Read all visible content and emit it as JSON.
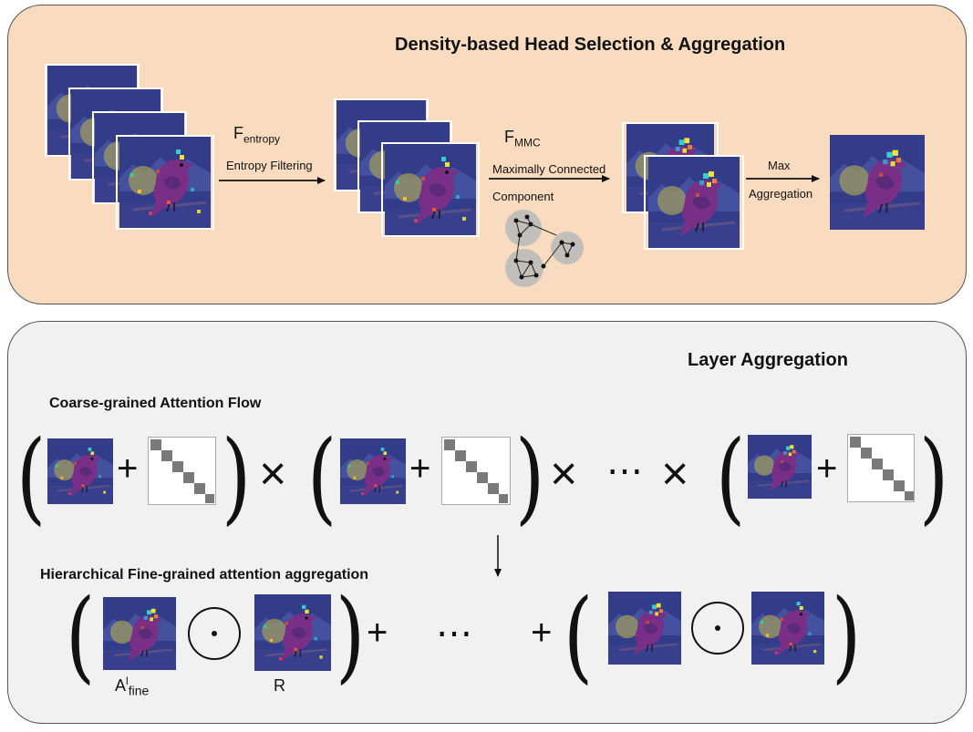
{
  "top": {
    "title": "Density-based Head Selection & Aggregation",
    "f_entropy_main": "F",
    "f_entropy_sub": "entropy",
    "entropy_label": "Entropy Filtering",
    "f_mmc_main": "F",
    "f_mmc_sub": "MMC",
    "mmc_label_1": "Maximally Connected",
    "mmc_label_2": "Component",
    "max_label_1": "Max",
    "max_label_2": "Aggregation"
  },
  "bottom": {
    "title": "Layer Aggregation",
    "coarse_label": "Coarse-grained Attention Flow",
    "fine_label": "Hierarchical Fine-grained attention aggregation",
    "plus": "+",
    "times": "×",
    "ellipsis": "⋯",
    "a_main": "A",
    "a_sup": "l",
    "a_sub": "fine",
    "r_label": "R"
  },
  "colors": {
    "top_panel": "#f9dcc0",
    "bottom_panel": "#f1f1f1",
    "image_bg": "#2f3a86",
    "bird": "#7a2f86",
    "matrix_block": "#7a7a7a"
  }
}
